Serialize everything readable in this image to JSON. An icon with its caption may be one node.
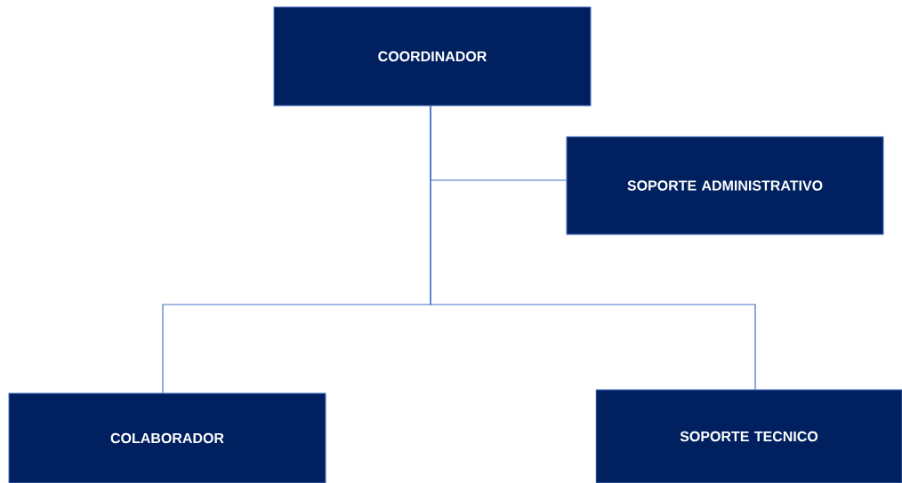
{
  "diagram": {
    "nodes": [
      {
        "text": [
          "COORDINADOR"
        ]
      },
      {
        "text": [
          "SOPORTE ADMINISTRATIVO"
        ]
      },
      {
        "text": [
          "COLABORADOR"
        ]
      },
      {
        "text": [
          "SOPORTE TECNICO"
        ]
      }
    ],
    "edges": [
      {
        "from": 0,
        "to": 1,
        "arrow": "none"
      },
      {
        "from": 0,
        "to": 2,
        "arrow": "none"
      },
      {
        "from": 0,
        "to": 3,
        "arrow": "none"
      }
    ]
  }
}
